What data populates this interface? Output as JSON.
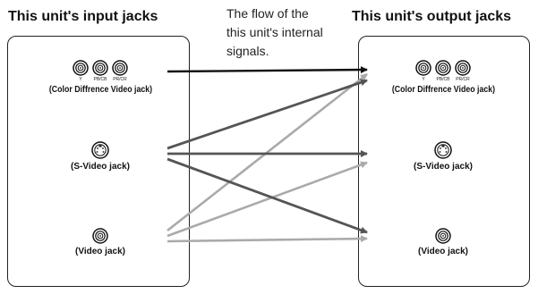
{
  "left_title": "This unit's input jacks",
  "right_title": "This unit's output jacks",
  "note": {
    "lines": [
      "The flow of the",
      "this unit's internal",
      "signals."
    ]
  },
  "input_panel": {
    "component": {
      "labels": [
        "Y",
        "PB/CB",
        "PR/CR"
      ],
      "caption": "(Color Diffrence Video jack)"
    },
    "svideo": {
      "caption": "(S-Video jack)"
    },
    "video": {
      "caption": "(Video jack)"
    }
  },
  "output_panel": {
    "component": {
      "labels": [
        "Y",
        "PB/CB",
        "PR/CR"
      ],
      "caption": "(Color Diffrence Video jack)"
    },
    "svideo": {
      "caption": "(S-Video jack)"
    },
    "video": {
      "caption": "(Video jack)"
    }
  },
  "colors": {
    "component_arrow": "#111111",
    "svideo_arrow": "#555555",
    "video_arrow": "#aaaaaa"
  }
}
